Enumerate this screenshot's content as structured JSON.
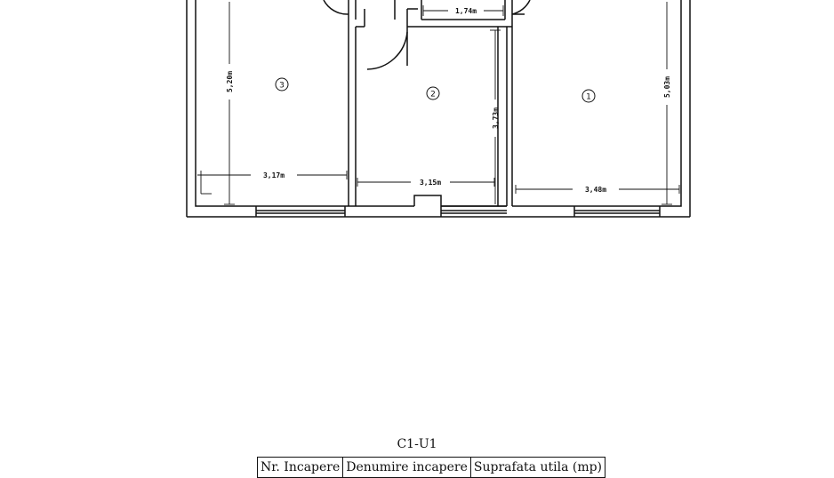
{
  "plan": {
    "dimensions": {
      "corridor_width": "1,74m",
      "room3_width": "3,17m",
      "room3_length": "5,20m",
      "room2_width": "3,15m",
      "room2_length": "3,73m",
      "room1_width": "3,48m",
      "room1_length": "5,03m"
    },
    "room_numbers": [
      "1",
      "2",
      "3"
    ]
  },
  "title": "C1-U1",
  "table": {
    "headers": [
      "Nr. Incapere",
      "Denumire incapere",
      "Suprafata utila (mp)"
    ]
  }
}
